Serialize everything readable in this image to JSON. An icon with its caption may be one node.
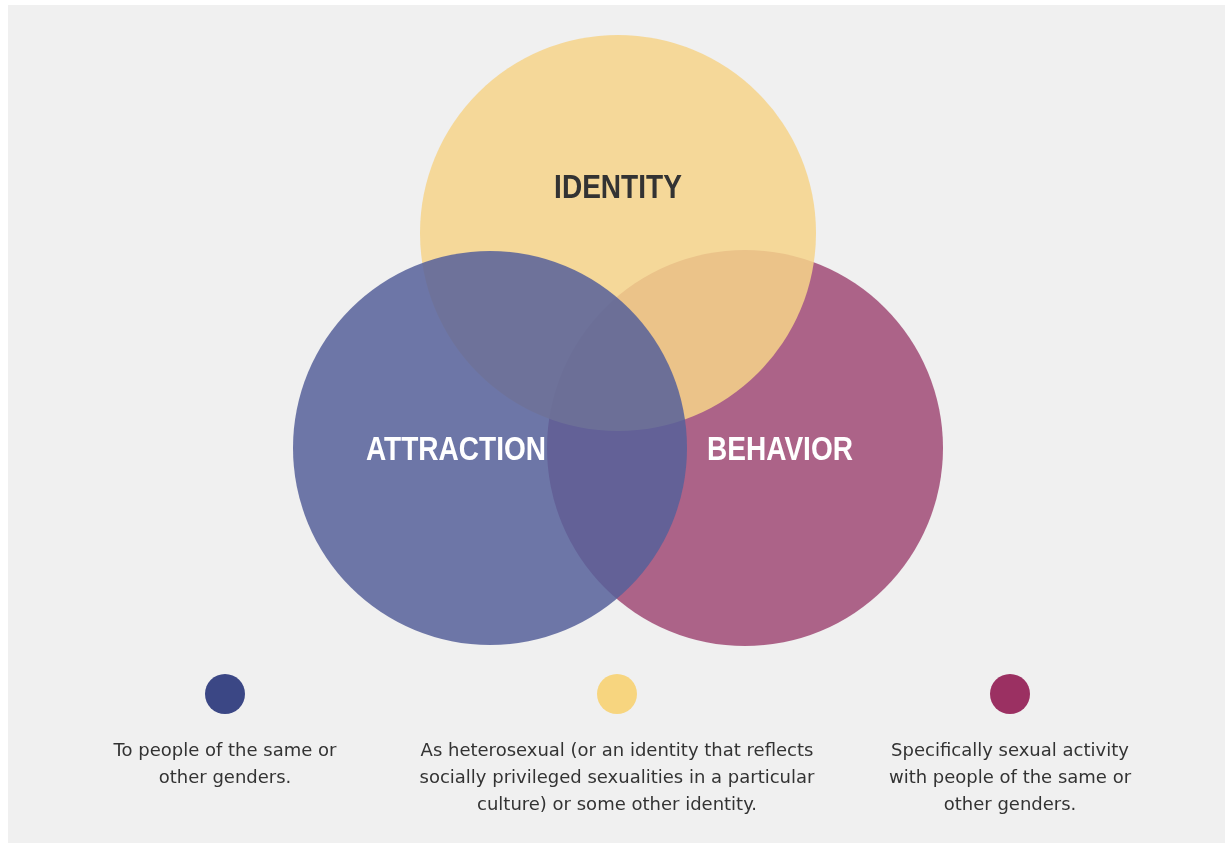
{
  "diagram": {
    "nodes": [
      {
        "text": [
          "IDENTITY"
        ]
      },
      {
        "text": [
          "ATTRACTION"
        ]
      },
      {
        "text": [
          "BEHAVIOR"
        ]
      }
    ],
    "legend": [
      {
        "text": "To people of the same or other genders.",
        "color": "#3b4785"
      },
      {
        "text": "As heterosexual (or an identity that reflects socially privileged sexualities in a particular culture) or some other identity.",
        "color": "#f7d57f"
      },
      {
        "text": "Specifically sexual activity with people of the same or other genders.",
        "color": "#9b3062"
      }
    ]
  }
}
